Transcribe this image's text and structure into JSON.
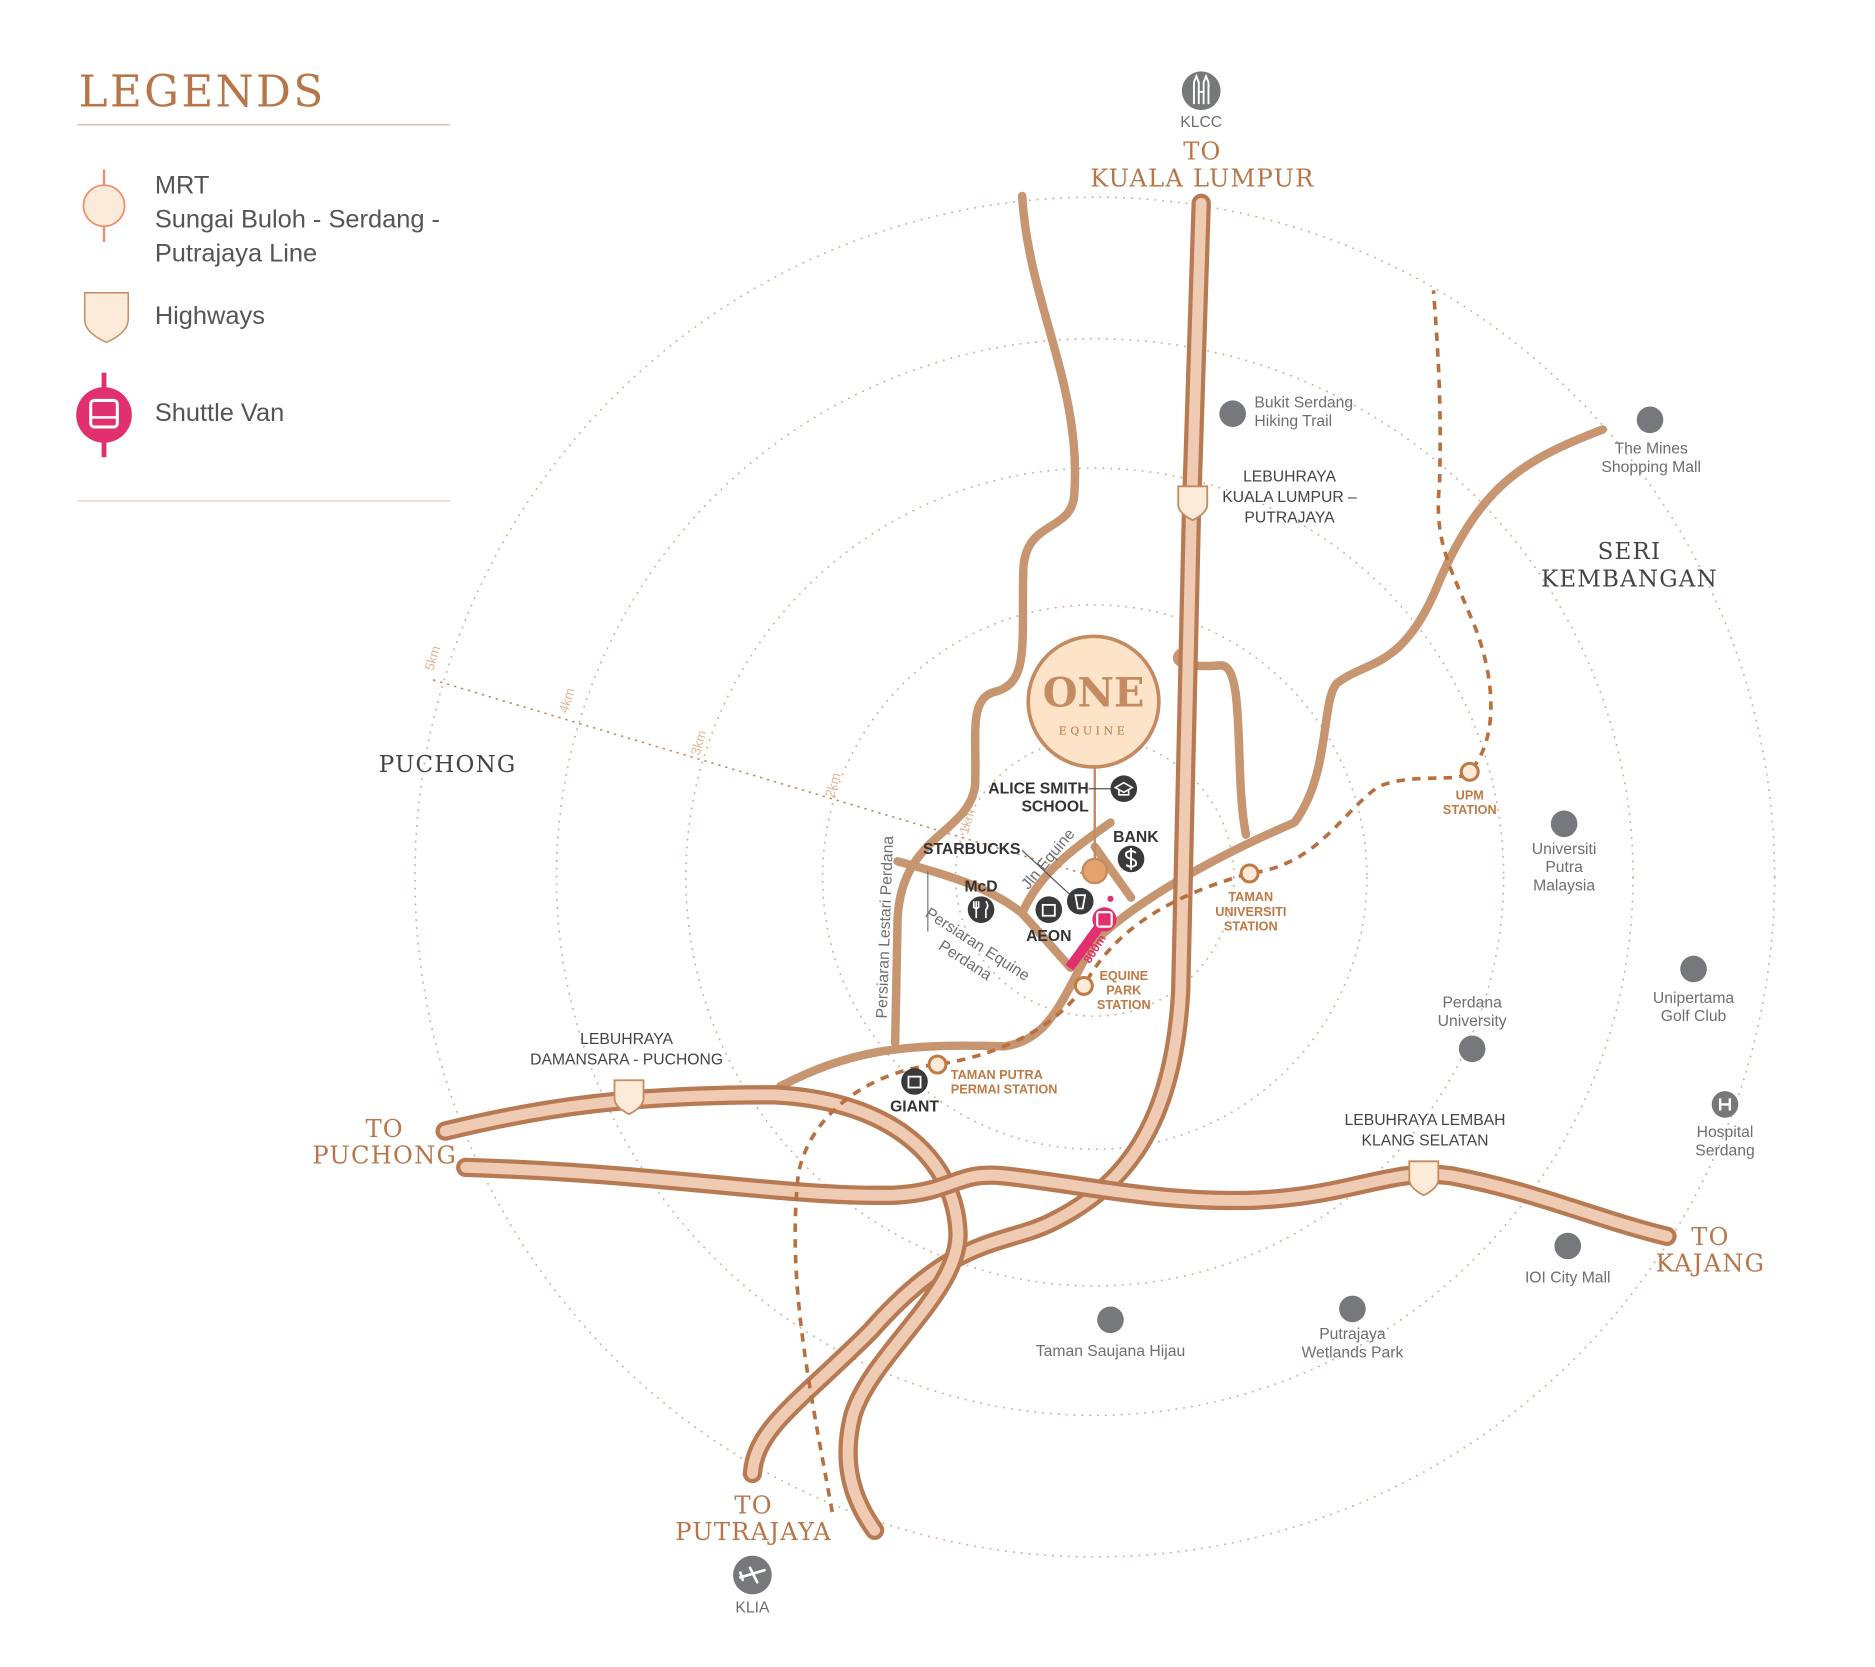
{
  "legend": {
    "title": "LEGENDS",
    "items": [
      {
        "icon": "mrt-station-icon",
        "lines": [
          "MRT",
          "Sungai Buloh - Serdang -",
          "Putrajaya Line"
        ]
      },
      {
        "icon": "highway-shield-icon",
        "lines": [
          "Highways"
        ]
      },
      {
        "icon": "shuttle-van-icon",
        "lines": [
          "Shuttle Van"
        ]
      }
    ]
  },
  "colors": {
    "accent": "#b87648",
    "road": "#c7956f",
    "highway_fill": "#efcbb4",
    "shuttle": "#e0306e",
    "poi": "#77787b",
    "poi_dark": "#3a3a3c",
    "station_fill": "#fdebd9"
  },
  "brand": {
    "name": "ONE",
    "sub": "EQUINE"
  },
  "directions": {
    "kl": [
      "TO",
      "KUALA LUMPUR"
    ],
    "puchong": [
      "TO",
      "PUCHONG"
    ],
    "putrajaya": [
      "TO",
      "PUTRAJAYA"
    ],
    "kajang": [
      "TO",
      "KAJANG"
    ]
  },
  "areas": {
    "puchong": "PUCHONG",
    "seri": [
      "SERI",
      "KEMBANGAN"
    ]
  },
  "highways": {
    "kl_putrajaya": [
      "LEBUHRAYA",
      "KUALA LUMPUR –",
      "PUTRAJAYA"
    ],
    "damansara": [
      "LEBUHRAYA",
      "DAMANSARA - PUCHONG"
    ],
    "lekas": [
      "LEBUHRAYA LEMBAH",
      "KLANG SELATAN"
    ]
  },
  "rings": [
    "1km",
    "2km",
    "3km",
    "4km",
    "5km"
  ],
  "stations": {
    "upm": [
      "UPM",
      "STATION"
    ],
    "taman_universiti": [
      "TAMAN",
      "UNIVERSITI",
      "STATION"
    ],
    "equine_park": [
      "EQUINE",
      "PARK",
      "STATION"
    ],
    "taman_putra": [
      "TAMAN PUTRA",
      "PERMAI STATION"
    ]
  },
  "pois": {
    "klcc": [
      "KLCC"
    ],
    "bukit": [
      "Bukit Serdang",
      "Hiking Trail"
    ],
    "mines": [
      "The Mines",
      "Shopping Mall"
    ],
    "upm": [
      "Universiti",
      "Putra",
      "Malaysia"
    ],
    "golf": [
      "Unipertama",
      "Golf Club"
    ],
    "perdana": [
      "Perdana",
      "University"
    ],
    "hospital": [
      "Hospital",
      "Serdang"
    ],
    "ioi": [
      "IOI City Mall"
    ],
    "wetlands": [
      "Putrajaya",
      "Wetlands Park"
    ],
    "saujana": [
      "Taman Saujana Hijau"
    ],
    "klia": [
      "KLIA"
    ]
  },
  "local": {
    "alice": [
      "ALICE SMITH",
      "SCHOOL"
    ],
    "bank": "BANK",
    "starbucks": "STARBUCKS",
    "mcd": "McD",
    "aeon": "AEON",
    "giant": "GIANT",
    "jln_equine": "Jln Equine",
    "persiaran_equine": [
      "Persiaran Equine",
      "Perdana"
    ],
    "persiaran_lestari": "Persiaran Lestari Perdana",
    "shuttle_distance": "800m"
  }
}
